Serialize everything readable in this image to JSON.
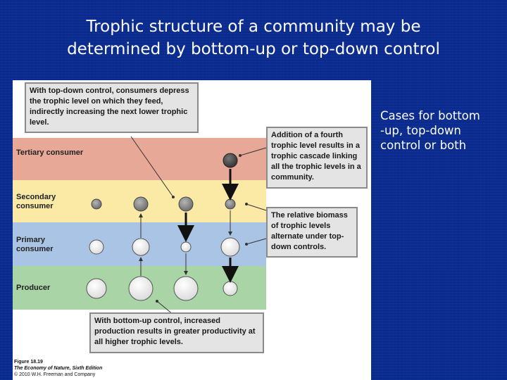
{
  "title": {
    "line1": "Trophic structure of a community may be",
    "line2": "determined by bottom-up or top-down control"
  },
  "side_note": "Cases for bottom\n-up, top-down\ncontrol or both",
  "figure": {
    "bands": {
      "tertiary": "Tertiary consumer",
      "secondary": "Secondary consumer",
      "primary": "Primary consumer",
      "producer": "Producer"
    },
    "callouts": {
      "top_down": "With top-down control, consumers depress the trophic level on which they feed, indirectly increasing the next lower trophic level.",
      "fourth_level": "Addition of a fourth trophic level results in a trophic cascade linking all the trophic levels in a community.",
      "alternate": "The relative biomass of trophic levels alternate under top-down controls.",
      "bottom_up": "With bottom-up control, increased production results in greater productivity at all higher trophic levels."
    },
    "caption": {
      "figure_number": "Figure 18.19",
      "book": "The Economy of Nature, Sixth Edition",
      "copyright": "© 2010 W.H. Freeman and Company"
    },
    "colors": {
      "tertiary_band": "#e8a898",
      "secondary_band": "#fbe9a6",
      "primary_band": "#a9c4e4",
      "producer_band": "#a8d4a6",
      "consumer_circle": "#8a8a8a",
      "tertiary_circle": "#555555",
      "producer_circle": "#ffffff"
    }
  }
}
